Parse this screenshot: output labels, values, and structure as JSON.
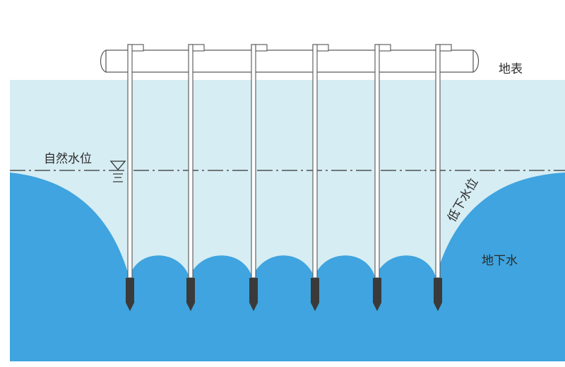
{
  "labels": {
    "ground_surface": "地表",
    "natural_water_level": "自然水位",
    "lowered_water_level": "低下水位",
    "groundwater": "地下水"
  },
  "colors": {
    "soil": "#d6edf3",
    "water": "#3fa4df",
    "header_pipe": "#ffffff",
    "pipe_outline": "#555555",
    "well_point_tip": "#3a3a3a",
    "water_level_line": "#333333"
  },
  "icons": {
    "water_level_marker": "water-level-triangle-icon"
  },
  "well_point_count": 6
}
